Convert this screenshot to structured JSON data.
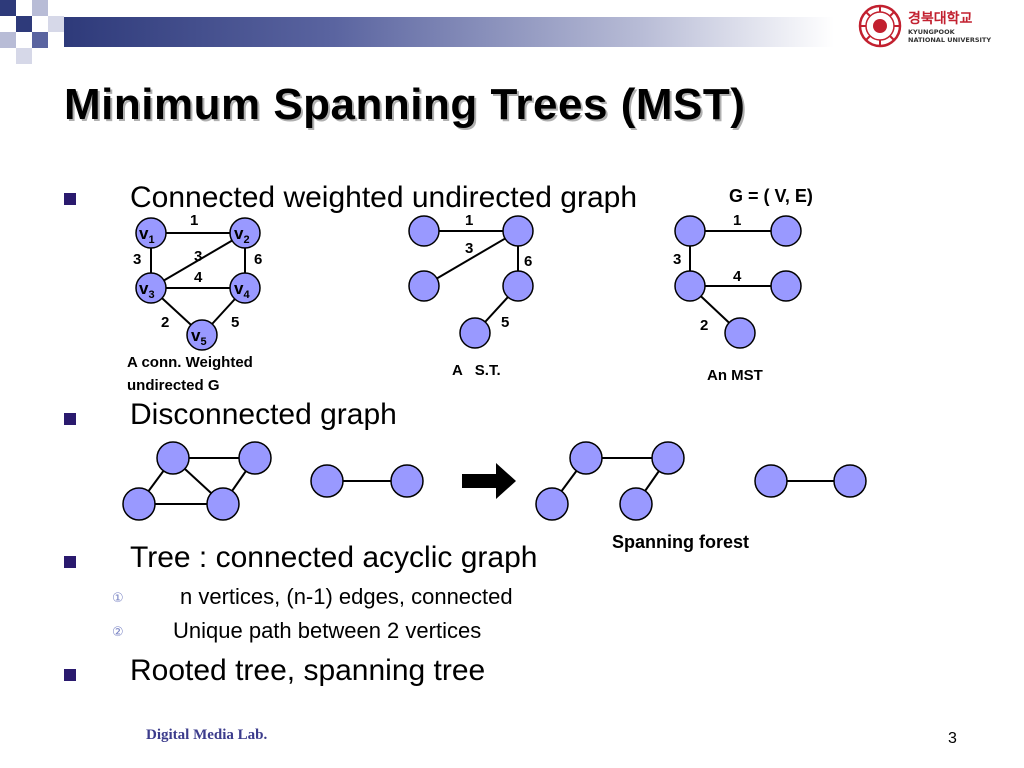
{
  "university": {
    "name_korean": "경북대학교",
    "name_english_line1": "KYUNGPOOK",
    "name_english_line2": "NATIONAL UNIVERSITY"
  },
  "title": "Minimum Spanning Trees (MST)",
  "bullets": {
    "b1": "Connected weighted undirected graph",
    "b1_notation": "G = ( V, E)",
    "b2": "Disconnected graph",
    "b3": "Tree : connected acyclic graph",
    "b3_sub1_marker": "①",
    "b3_sub1": "n vertices, (n-1) edges, connected",
    "b3_sub2_marker": "②",
    "b3_sub2": "Unique path between 2 vertices",
    "b4": "Rooted tree, spanning tree"
  },
  "graph1": {
    "v1": "v",
    "v1_sub": "1",
    "v2": "v",
    "v2_sub": "2",
    "v3": "v",
    "v3_sub": "3",
    "v4": "v",
    "v4_sub": "4",
    "v5": "v",
    "v5_sub": "5",
    "w_v1_v2": "1",
    "w_v1_v3": "3",
    "w_v2_v3": "3",
    "w_v3_v4": "4",
    "w_v2_v4": "6",
    "w_v3_v5": "2",
    "w_v4_v5": "5",
    "caption_line1": "A conn. Weighted",
    "caption_line2": "undirected G"
  },
  "graph2": {
    "w_top": "1",
    "w_diag": "3",
    "w_right": "6",
    "w_bottom": "5",
    "caption": "A   S.T."
  },
  "graph3": {
    "w_top": "1",
    "w_left": "3",
    "w_mid": "4",
    "w_bottom": "2",
    "caption": "An MST"
  },
  "forest_caption": "Spanning forest",
  "footer": {
    "lab": "Digital Media Lab.",
    "page": "3"
  },
  "colors": {
    "node_fill": "#9999ff",
    "node_stroke": "#000000",
    "bullet": "#2a1a6e",
    "title_bar_dark": "#2e3a7a",
    "logo_red": "#c2202f"
  },
  "icons": {
    "arrow": "right-arrow-icon",
    "seal": "university-seal-icon"
  }
}
